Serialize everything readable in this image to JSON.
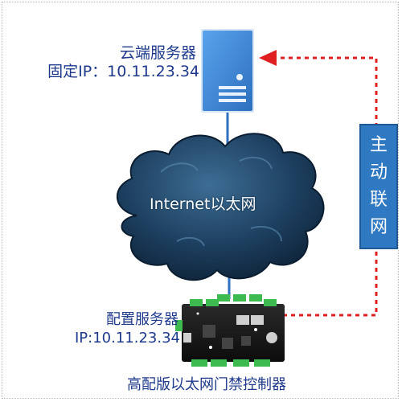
{
  "cloud_server": {
    "label": "云端服务器",
    "ip": "固定IP：10.11.23.34"
  },
  "network": {
    "label": "Internet以太网"
  },
  "config_server": {
    "label": "配置服务器",
    "ip": "IP:10.11.23.34"
  },
  "controller": {
    "label": "高配版以太网门禁控制器"
  },
  "link_badge": {
    "chars": [
      "主",
      "动",
      "联",
      "网"
    ]
  },
  "colors": {
    "label_text": "#1e3a8c",
    "server_blue": "#3a84d6",
    "cloud_dark": "#15334f",
    "arrow_red": "#e02020",
    "badge_blue": "#2f78c2"
  }
}
